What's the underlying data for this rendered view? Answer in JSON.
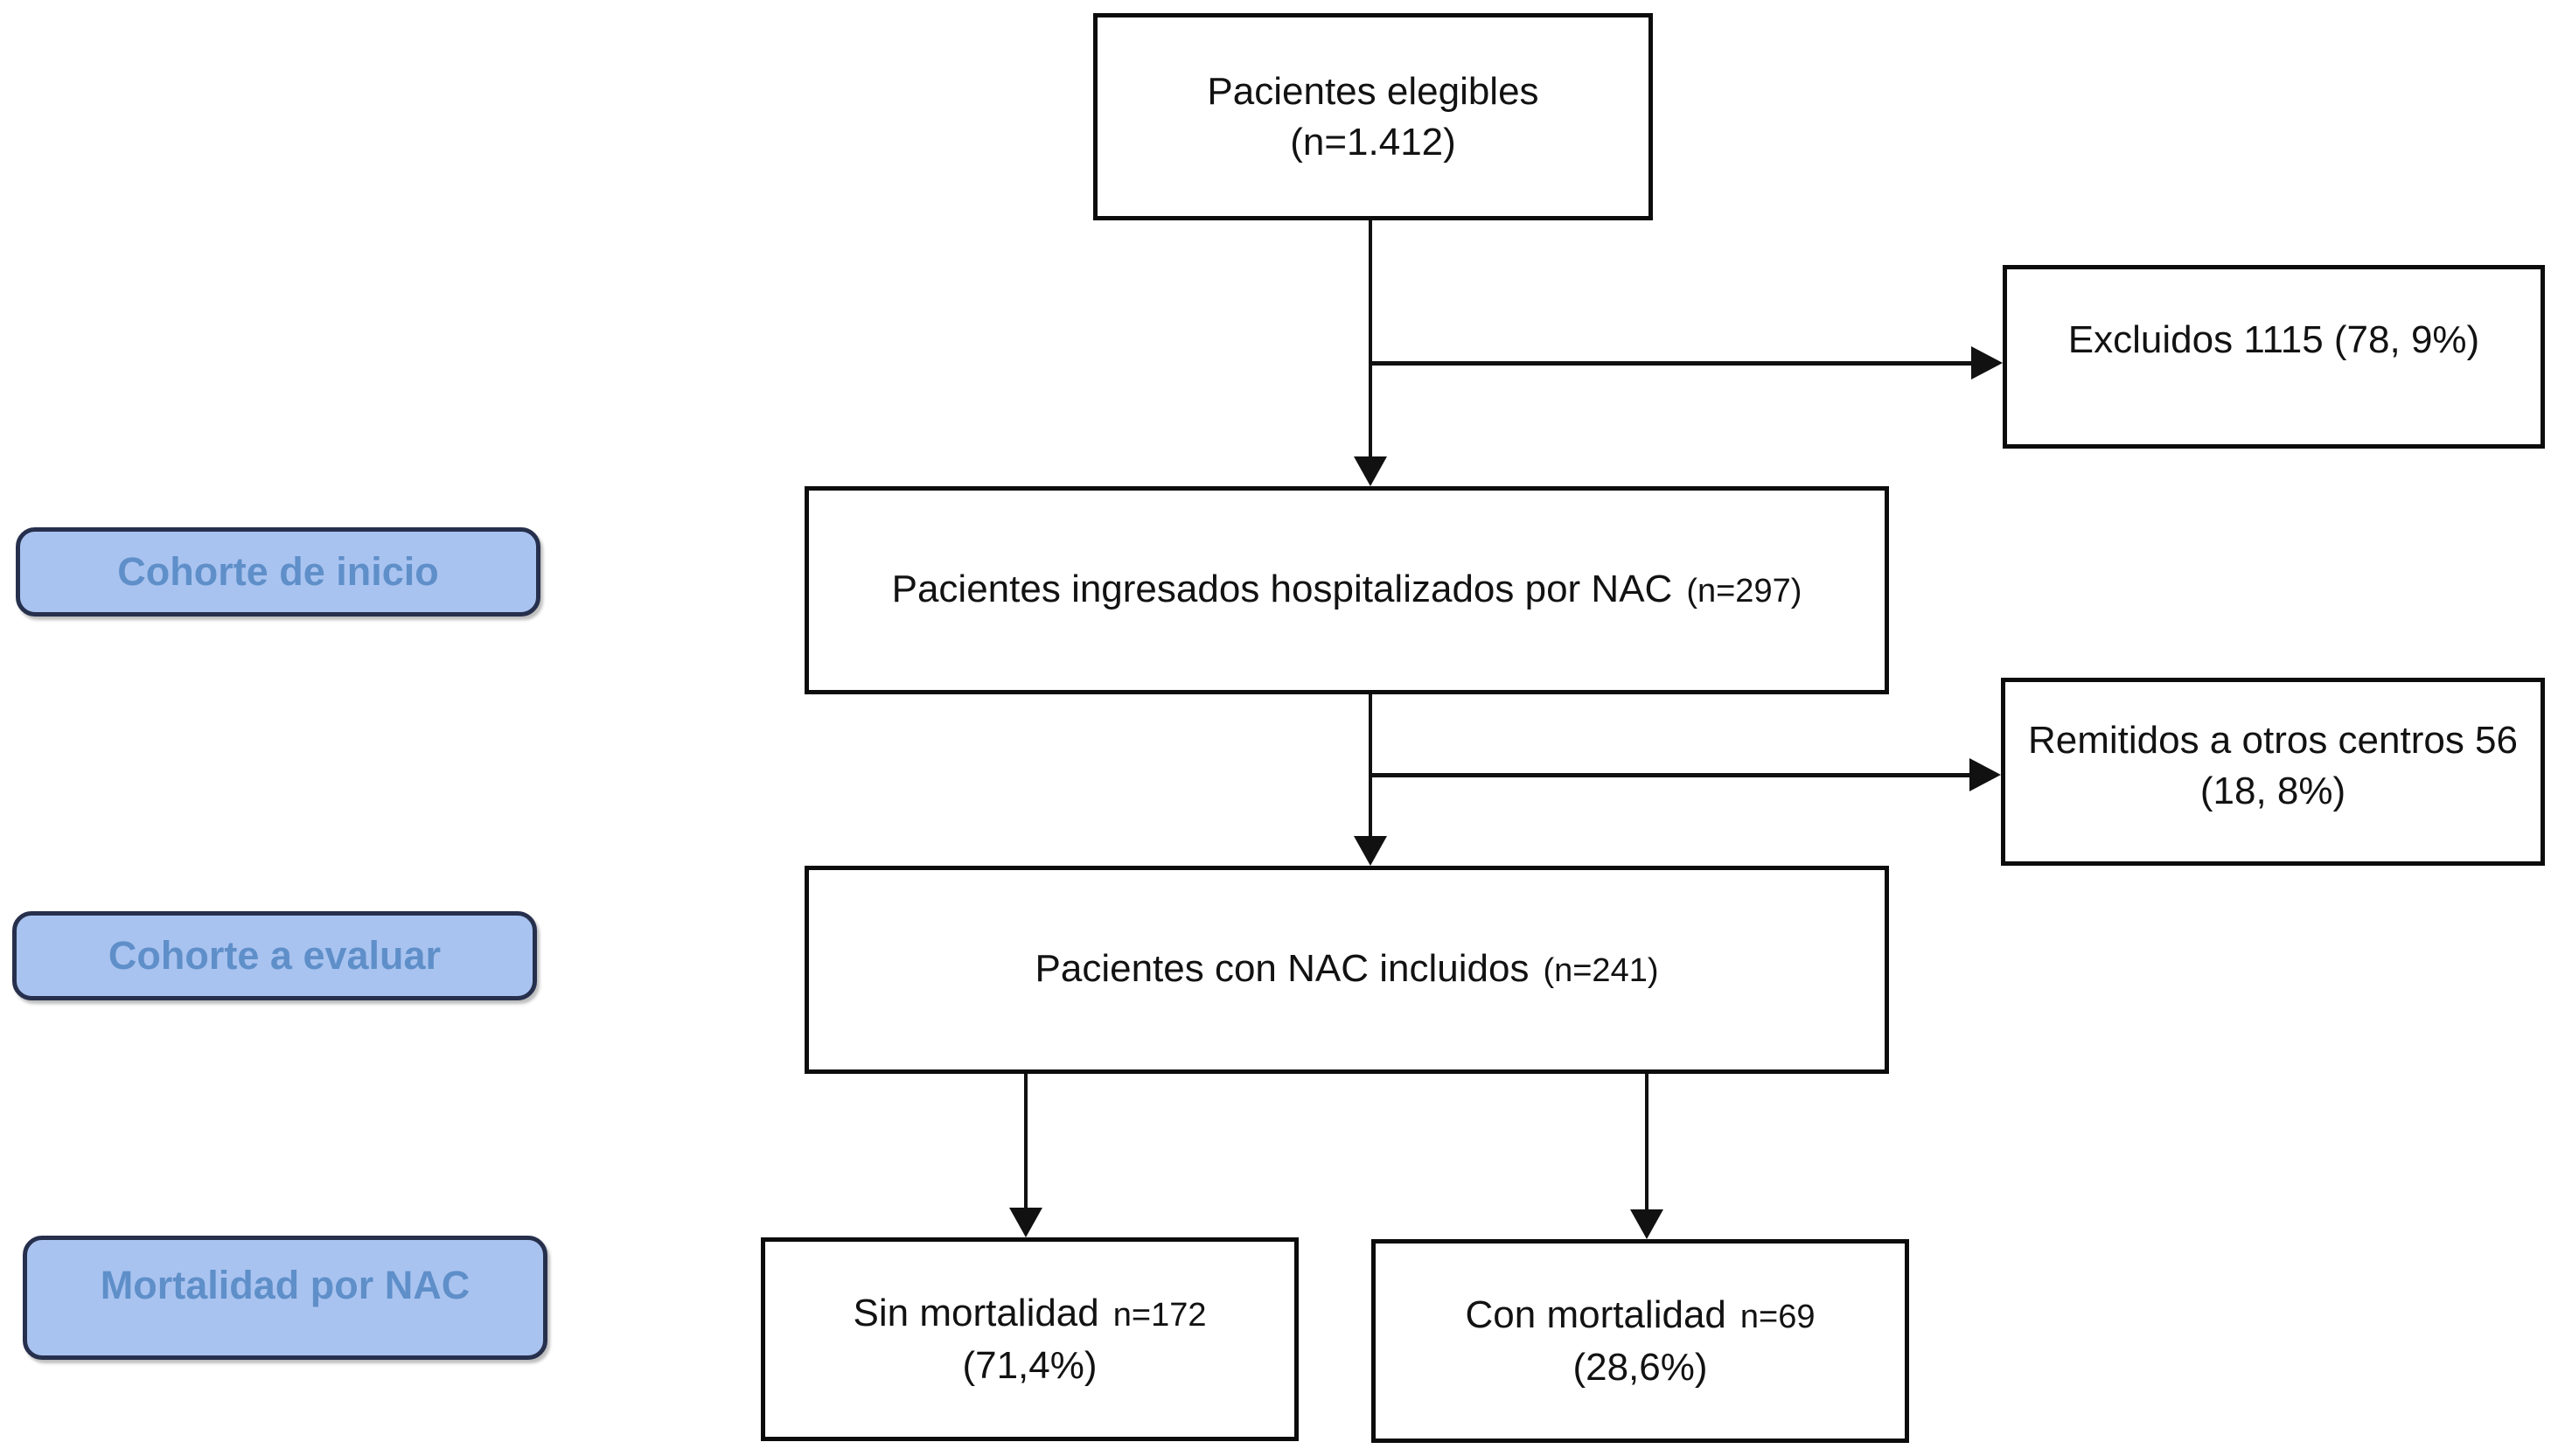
{
  "diagram": {
    "boxes": {
      "eligible": {
        "line1": "Pacientes elegibles",
        "line2": "(n=1.412)"
      },
      "excluded": {
        "text": "Excluidos 1115 (78, 9%)"
      },
      "admitted": {
        "main": "Pacientes ingresados hospitalizados por NAC",
        "n": "(n=297)"
      },
      "referred": {
        "line1": "Remitidos a otros centros 56",
        "line2": "(18, 8%)"
      },
      "included": {
        "main": "Pacientes con NAC incluidos",
        "n": "(n=241)"
      },
      "no_mortality": {
        "main": "Sin mortalidad",
        "n": "n=172",
        "line2": "(71,4%)"
      },
      "mortality": {
        "main": "Con mortalidad",
        "n": "n=69",
        "line2": "(28,6%)"
      }
    },
    "stage_labels": {
      "cohorte_inicio": "Cohorte de inicio",
      "cohorte_evaluar": "Cohorte a evaluar",
      "mortalidad_nac": "Mortalidad por NAC"
    },
    "colors": {
      "stage_label_fill": "#a9c3f0",
      "stage_label_border": "#26304d",
      "stage_label_text": "#5f8fc9",
      "box_border": "#0c0c0c",
      "line_color": "#111111",
      "background": "#ffffff"
    }
  }
}
